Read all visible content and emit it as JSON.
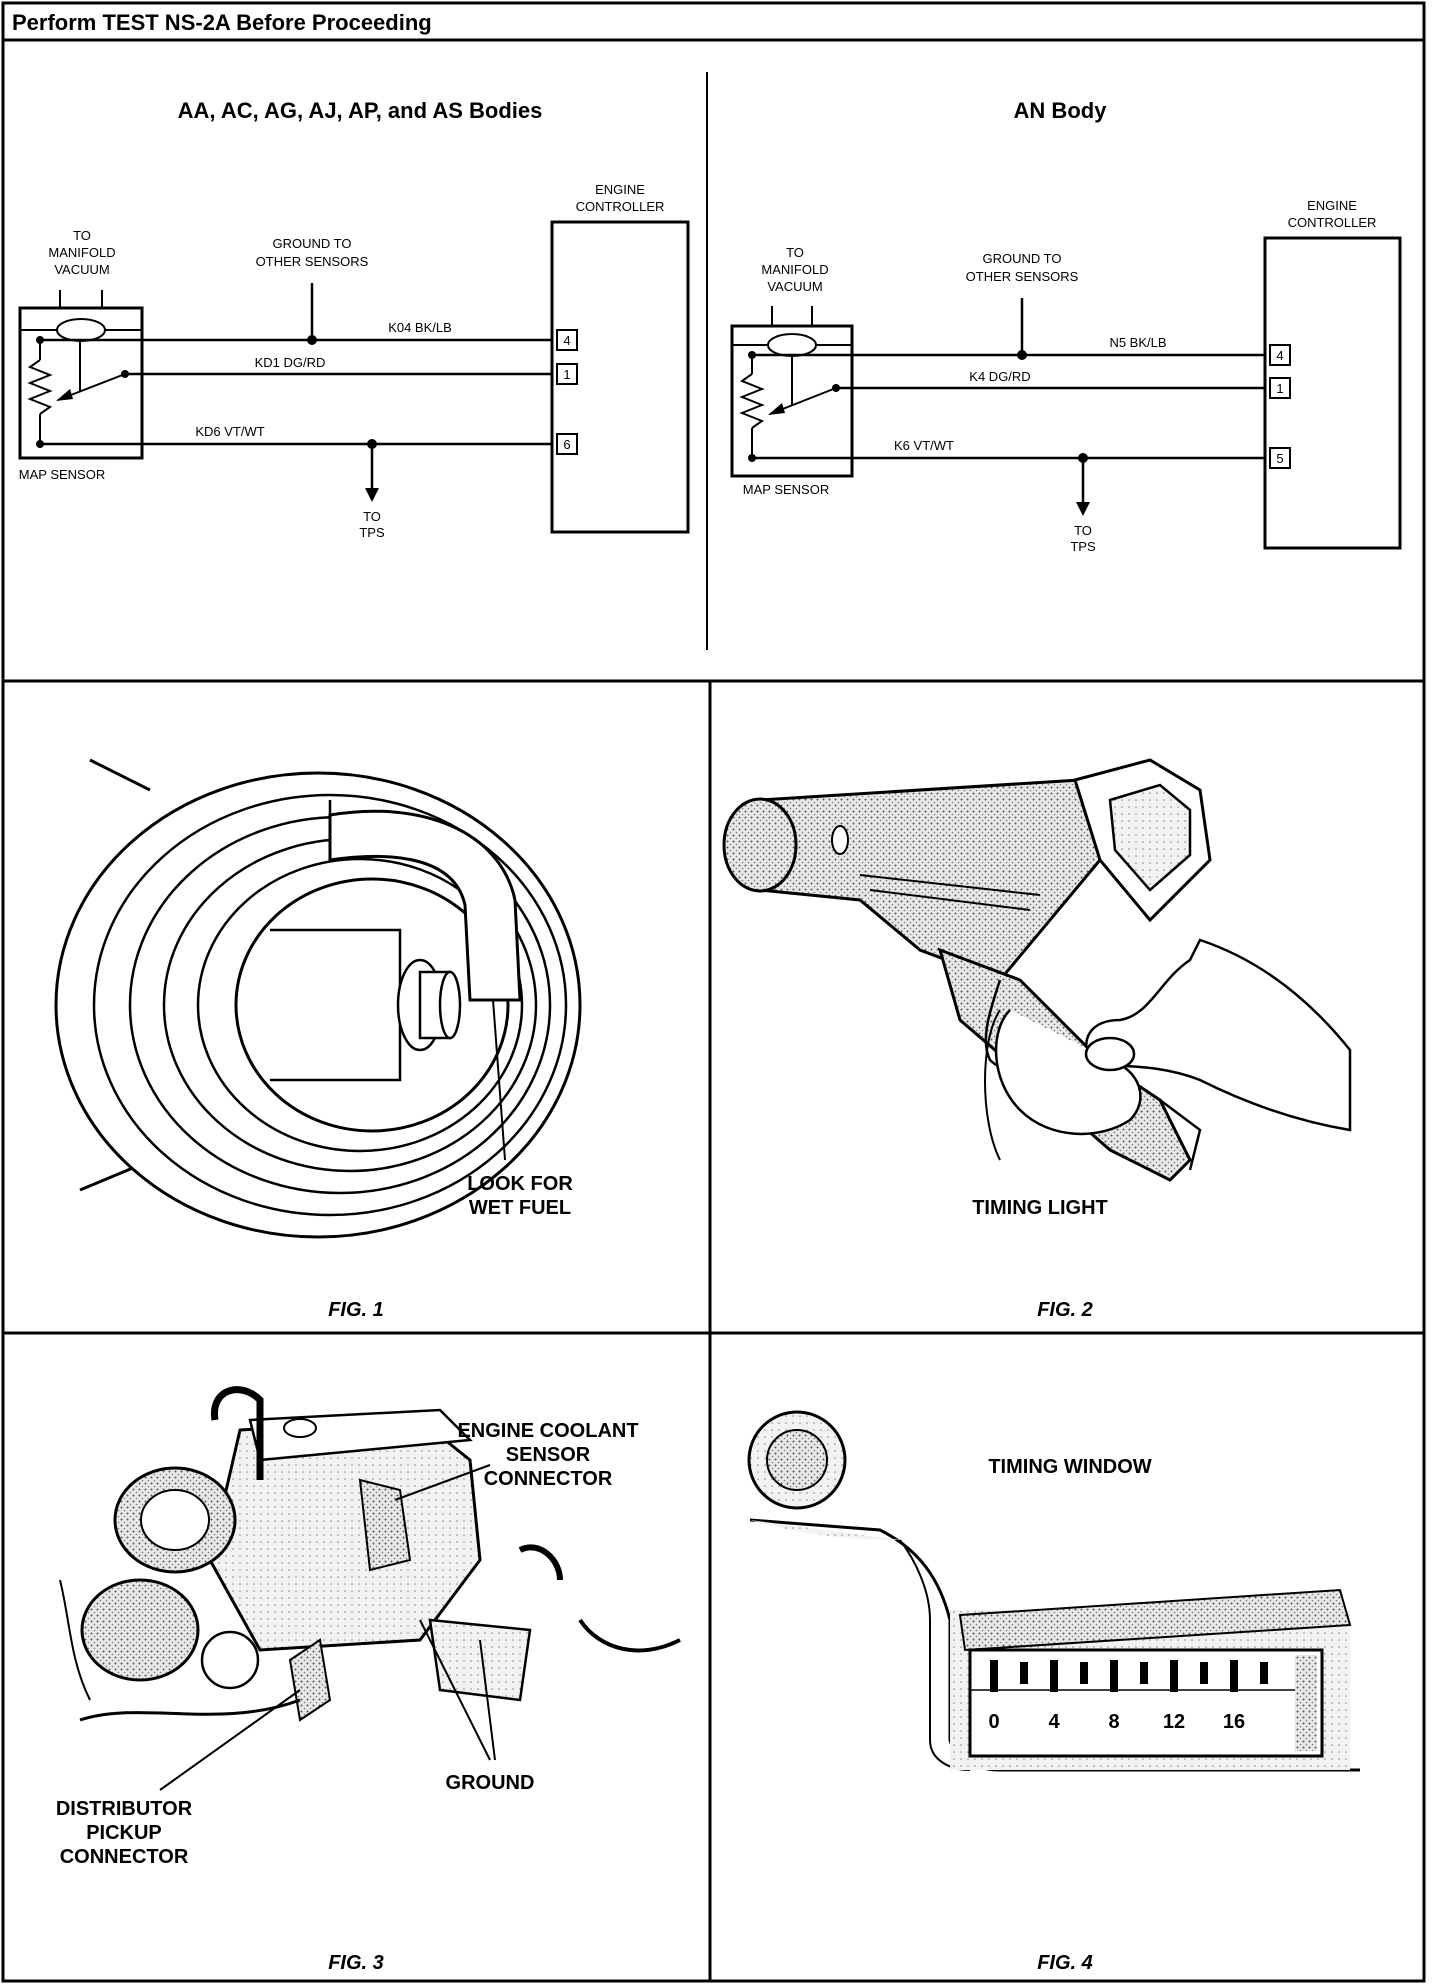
{
  "header": {
    "title": "Perform TEST NS-2A Before Proceeding"
  },
  "schematic_left": {
    "title": "AA, AC, AG, AJ, AP, and AS Bodies",
    "manifold_label": [
      "TO",
      "MANIFOLD",
      "VACUUM"
    ],
    "ground_label": [
      "GROUND TO",
      "OTHER SENSORS"
    ],
    "controller_label": [
      "ENGINE",
      "CONTROLLER"
    ],
    "sensor_label": "MAP SENSOR",
    "tps_label": [
      "TO",
      "TPS"
    ],
    "wires": [
      {
        "code": "K04 BK/LB",
        "pin": "4"
      },
      {
        "code": "KD1 DG/RD",
        "pin": "1"
      },
      {
        "code": "KD6 VT/WT",
        "pin": "6"
      }
    ]
  },
  "schematic_right": {
    "title": "AN Body",
    "manifold_label": [
      "TO",
      "MANIFOLD",
      "VACUUM"
    ],
    "ground_label": [
      "GROUND TO",
      "OTHER SENSORS"
    ],
    "controller_label": [
      "ENGINE",
      "CONTROLLER"
    ],
    "sensor_label": "MAP SENSOR",
    "tps_label": [
      "TO",
      "TPS"
    ],
    "wires": [
      {
        "code": "N5 BK/LB",
        "pin": "4"
      },
      {
        "code": "K4 DG/RD",
        "pin": "1"
      },
      {
        "code": "K6 VT/WT",
        "pin": "5"
      }
    ]
  },
  "fig1": {
    "callout": [
      "LOOK FOR",
      "WET FUEL"
    ],
    "caption": "FIG. 1"
  },
  "fig2": {
    "callout": "TIMING LIGHT",
    "caption": "FIG. 2"
  },
  "fig3": {
    "callout_coolant": [
      "ENGINE COOLANT",
      "SENSOR",
      "CONNECTOR"
    ],
    "callout_distributor": [
      "DISTRIBUTOR",
      "PICKUP",
      "CONNECTOR"
    ],
    "callout_ground": "GROUND",
    "caption": "FIG. 3"
  },
  "fig4": {
    "callout": "TIMING WINDOW",
    "scale_marks": [
      "0",
      "4",
      "8",
      "12",
      "16"
    ],
    "caption": "FIG. 4"
  }
}
